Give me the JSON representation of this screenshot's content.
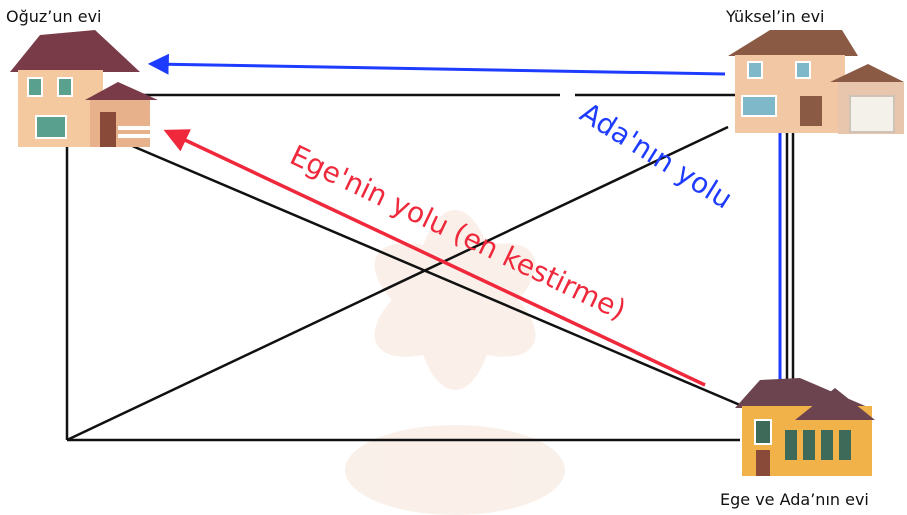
{
  "houses": {
    "oguz": "Oğuz’un evi",
    "yuksel": "Yüksel’in evi",
    "ege_ada": "Ege ve Ada’nın evi"
  },
  "routes": {
    "ada": {
      "label": "Ada'nın yolu",
      "color": "#1e3cff"
    },
    "ege": {
      "label": "Ege'nin yolu (en kestirme)",
      "color": "#f0283c"
    }
  },
  "colors": {
    "roads": "#111111",
    "watermark": "#f6e4d8"
  }
}
